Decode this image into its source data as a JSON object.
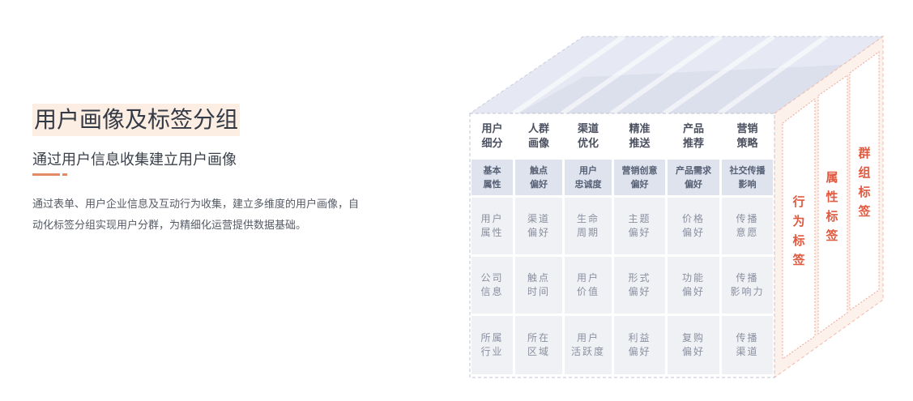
{
  "header": {
    "title": "用户画像及标签分组",
    "subtitle": "通过用户信息收集建立用户画像",
    "description": "通过表单、用户企业信息及互动行为收集，建立多维度的用户画像，自动化标签分组实现用户分群，为精细化运营提供数据基础。"
  },
  "colors": {
    "accent": "#e38b64",
    "side_label": "#e05a40",
    "header_row": "#ffffff",
    "sub_row": "#dfe3ee",
    "body_row": "#f0f1f5"
  },
  "cube": {
    "headers": [
      "用户\n细分",
      "人群\n画像",
      "渠道\n优化",
      "精准\n推送",
      "产品\n推荐",
      "营销\n策略"
    ],
    "subheaders": [
      "基本\n属性",
      "触点\n偏好",
      "用户\n忠诚度",
      "营销创意\n偏好",
      "产品需求\n偏好",
      "社交传播\n影响"
    ],
    "rows": [
      [
        "用户\n属性",
        "渠道\n偏好",
        "生命\n周期",
        "主题\n偏好",
        "价格\n偏好",
        "传播\n意愿"
      ],
      [
        "公司\n信息",
        "触点\n时间",
        "用户\n价值",
        "形式\n偏好",
        "功能\n偏好",
        "传播\n影响力"
      ],
      [
        "所属\n行业",
        "所在\n区域",
        "用户\n活跃度",
        "利益\n偏好",
        "复购\n偏好",
        "传播\n渠道"
      ]
    ],
    "side_labels": [
      "行\n为\n标\n签",
      "属\n性\n标\n签",
      "群\n组\n标\n签"
    ]
  }
}
